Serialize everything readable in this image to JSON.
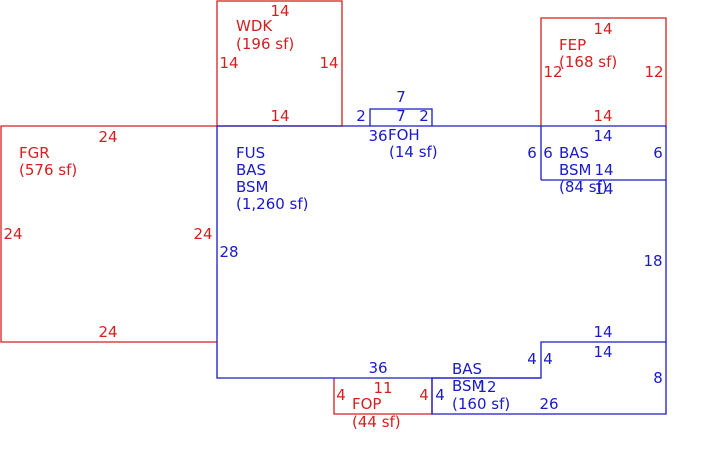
{
  "colors": {
    "red": "#d42020",
    "blue": "#1a1ac8"
  },
  "areas": {
    "wdk": {
      "code": "WDK",
      "area": "(196 sf)",
      "dim_top": "14",
      "dim_left": "14",
      "dim_right": "14",
      "dim_bottom": "14"
    },
    "fep": {
      "code": "FEP",
      "area": "(168 sf)",
      "dim_top": "14",
      "dim_left": "12",
      "dim_right": "12",
      "dim_bottom": "14"
    },
    "fgr": {
      "code": "FGR",
      "area": "(576 sf)",
      "dim_top": "24",
      "dim_left": "24",
      "dim_right": "24",
      "dim_bottom": "24"
    },
    "main": {
      "line1": "FUS",
      "line2": "BAS",
      "line3": "BSM",
      "area": "(1,260 sf)",
      "dim_left": "28",
      "dim_top": "36",
      "dim_bottom": "36",
      "dim_right": "18"
    },
    "foh": {
      "code": "FOH",
      "area": "(14 sf)",
      "dim_top": "7",
      "dim_inner": "7",
      "dim_left": "2",
      "dim_right": "2"
    },
    "bas_small": {
      "line1": "BAS",
      "line2": "BSM",
      "area": "(84 sf)",
      "dim_top": "14",
      "dim_left": "6",
      "dim_left_inner": "6",
      "dim_right": "6",
      "dim_mid": "14",
      "dim_bottom": "14"
    },
    "bas_lower": {
      "line1": "BAS",
      "line2": "BSM",
      "area": "(160 sf)",
      "dim_top": "14",
      "dim_top2": "14",
      "dim_right": "8",
      "dim_left": "4",
      "dim_left2": "4",
      "dim_left3": "4",
      "dim_bottom": "26",
      "dim_mid": "12"
    },
    "fop": {
      "code": "FOP",
      "area": "(44 sf)",
      "dim_top": "11",
      "dim_left": "4",
      "dim_right": "4"
    }
  }
}
